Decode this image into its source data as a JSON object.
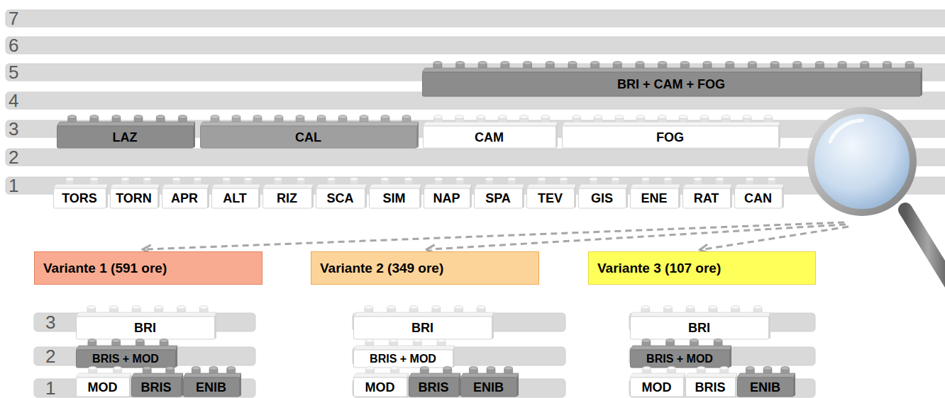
{
  "diagram": {
    "nodes": [
      {
        "text": [
          "BRI + CAM + FOG"
        ]
      },
      {
        "text": [
          "LAZ"
        ]
      },
      {
        "text": [
          "CAL"
        ]
      },
      {
        "text": [
          "CAM"
        ]
      },
      {
        "text": [
          "FOG"
        ]
      },
      {
        "text": [
          "TORS"
        ]
      },
      {
        "text": [
          "TORN"
        ]
      },
      {
        "text": [
          "APR"
        ]
      },
      {
        "text": [
          "ALT"
        ]
      },
      {
        "text": [
          "RIZ"
        ]
      },
      {
        "text": [
          "SCA"
        ]
      },
      {
        "text": [
          "SIM"
        ]
      },
      {
        "text": [
          "NAP"
        ]
      },
      {
        "text": [
          "SPA"
        ]
      },
      {
        "text": [
          "TEV"
        ]
      },
      {
        "text": [
          "GIS"
        ]
      },
      {
        "text": [
          "ENE"
        ]
      },
      {
        "text": [
          "RAT"
        ]
      },
      {
        "text": [
          "CAN"
        ]
      },
      {
        "text": [
          "Variante 1 (591 ore)"
        ]
      },
      {
        "text": [
          "Variante 2 (349 ore)"
        ]
      },
      {
        "text": [
          "Variante 3 (107 ore)"
        ]
      },
      {
        "text": [
          "BRI"
        ]
      },
      {
        "text": [
          "BRIS + MOD"
        ]
      },
      {
        "text": [
          "MOD"
        ]
      },
      {
        "text": [
          "BRIS"
        ]
      },
      {
        "text": [
          "ENIB"
        ]
      },
      {
        "text": [
          "BRI"
        ]
      },
      {
        "text": [
          "BRIS + MOD"
        ]
      },
      {
        "text": [
          "MOD"
        ]
      },
      {
        "text": [
          "BRIS"
        ]
      },
      {
        "text": [
          "ENIB"
        ]
      },
      {
        "text": [
          "BRI"
        ]
      },
      {
        "text": [
          "BRIS + MOD"
        ]
      },
      {
        "text": [
          "MOD"
        ]
      },
      {
        "text": [
          "BRIS"
        ]
      },
      {
        "text": [
          "ENIB"
        ]
      }
    ],
    "labels": [
      "7",
      "6",
      "5",
      "4",
      "3",
      "2",
      "1",
      "3",
      "2",
      "1"
    ]
  }
}
